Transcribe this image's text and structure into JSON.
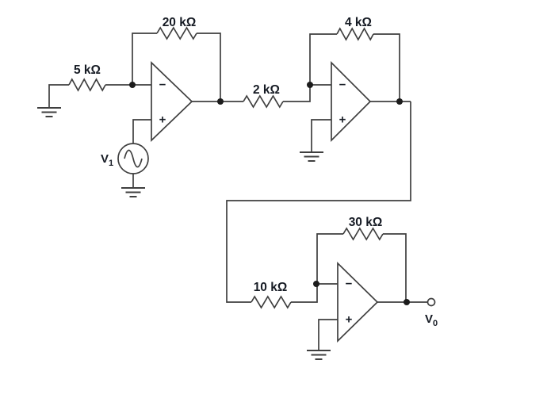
{
  "figure": {
    "kind": "op-amp-circuit-schematic",
    "colors": {
      "background": "#ffffff",
      "wire": "#3f3f3f",
      "node_dot": "#1c1c1c",
      "text": "#161b24"
    },
    "port_labels": {
      "inverting": "−",
      "noninverting": "+"
    },
    "stages": [
      {
        "input_resistor": "5 kΩ",
        "feedback_resistor": "20 kΩ",
        "source_label": {
          "base": "V",
          "sub": "1"
        }
      },
      {
        "input_resistor": "2 kΩ",
        "feedback_resistor": "4 kΩ"
      },
      {
        "input_resistor": "10 kΩ",
        "feedback_resistor": "30 kΩ",
        "output_label": {
          "base": "V",
          "sub": "0"
        }
      }
    ]
  }
}
